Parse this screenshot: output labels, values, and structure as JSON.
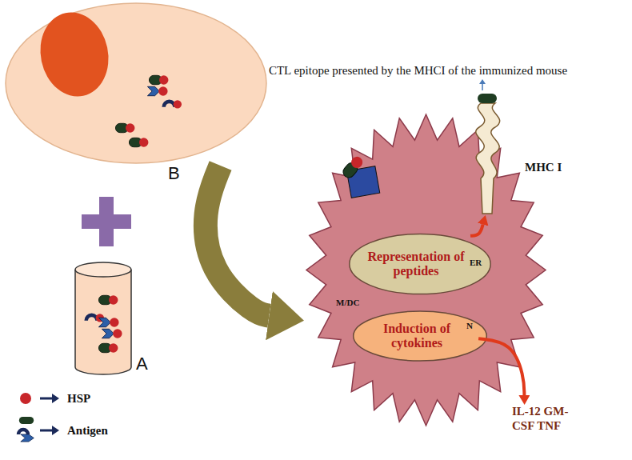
{
  "diagram": {
    "nodes": [
      {
        "text": [
          "B"
        ]
      },
      {
        "text": [
          "A"
        ]
      },
      {
        "text": [
          "M/DC"
        ]
      },
      {
        "text": [
          "Representation of peptides",
          "ER"
        ],
        "in": 2
      },
      {
        "text": [
          "Induction of cytokines",
          "N"
        ],
        "in": 2
      },
      {
        "text": [
          "MHC I"
        ]
      },
      {
        "text": [
          "IL-12 GM-CSF TNF"
        ]
      }
    ],
    "edges": [
      {
        "from": 0,
        "to": 2,
        "arrow": "to"
      },
      {
        "from": 3,
        "to": 5,
        "arrow": "to"
      },
      {
        "from": 4,
        "to": 6,
        "arrow": "to"
      }
    ],
    "labels": [
      "CTL epitope presented by the MHCI of the immunized mouse"
    ],
    "legend": [
      {
        "text": "HSP"
      },
      {
        "text": "Antigen"
      }
    ]
  }
}
